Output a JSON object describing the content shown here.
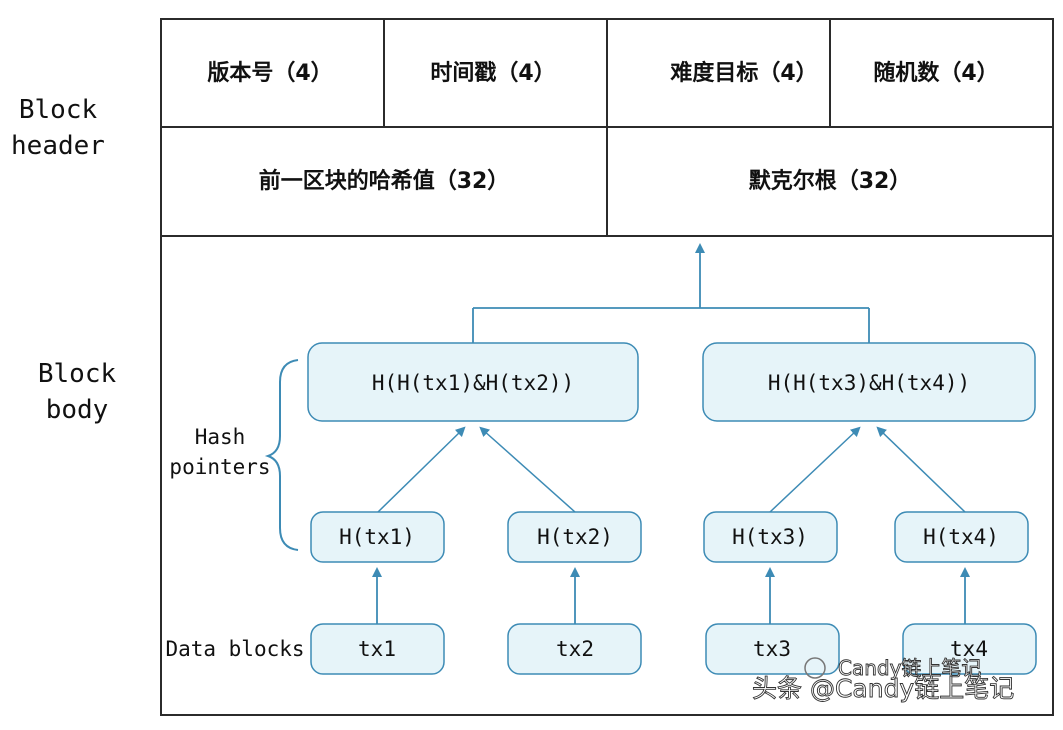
{
  "side_labels": {
    "block_header": [
      "Block",
      "header"
    ],
    "block_body": [
      "Block",
      "body"
    ],
    "hash_pointers": [
      "Hash",
      "pointers"
    ],
    "data_blocks": "Data blocks"
  },
  "header": {
    "row1": [
      "版本号（4）",
      "时间戳（4）",
      "难度目标（4）",
      "随机数（4）"
    ],
    "row2": [
      "前一区块的哈希值（32）",
      "默克尔根（32）"
    ]
  },
  "tree": {
    "level2": [
      "H(H(tx1)&H(tx2))",
      "H(H(tx3)&H(tx4))"
    ],
    "level1": [
      "H(tx1)",
      "H(tx2)",
      "H(tx3)",
      "H(tx4)"
    ],
    "data": [
      "tx1",
      "tx2",
      "tx3",
      "tx4"
    ]
  },
  "watermark": {
    "line1": "Candy链上笔记",
    "line2": "头条 @Candy链上笔记"
  },
  "colors": {
    "node_fill": "#e6f4f9",
    "node_stroke": "#3d8bb5",
    "arrow": "#3d8bb5",
    "border": "#2b2b2b"
  }
}
